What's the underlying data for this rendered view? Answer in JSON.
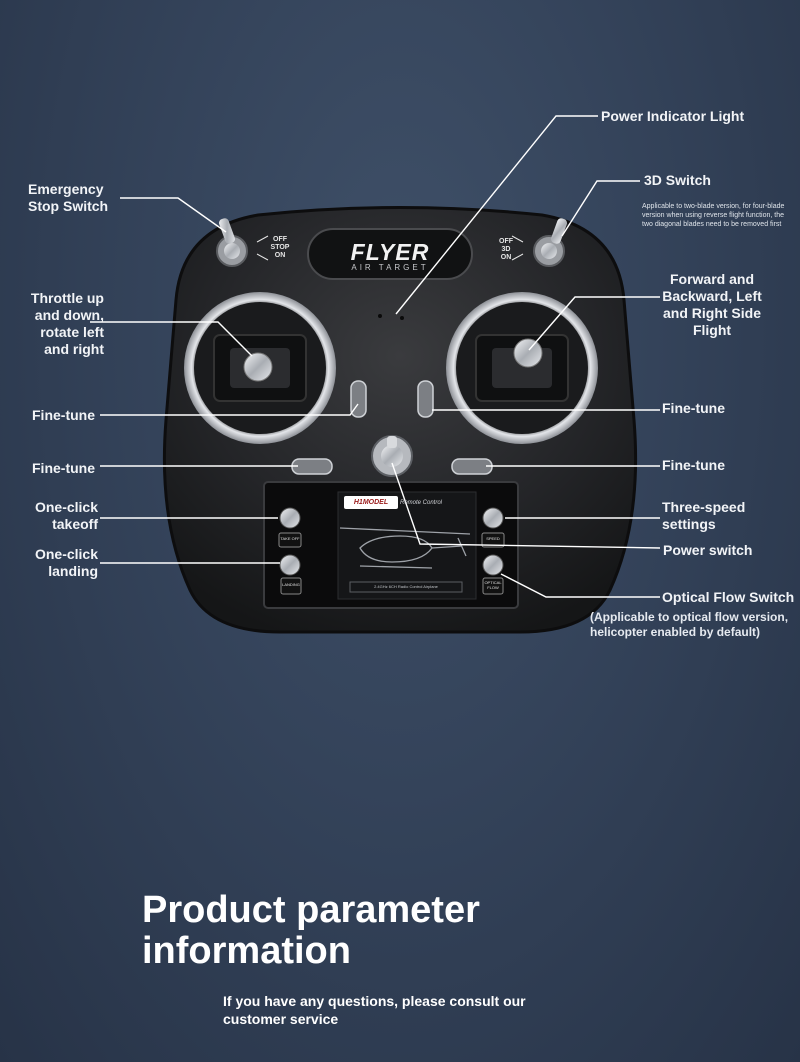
{
  "device": {
    "brand": "FLYER",
    "brand_sub": "AIR TARGET",
    "left_switch_text": "OFF\nSTOP\nON",
    "right_switch_text": "OFF\n3D\nON",
    "screen_logo": "H1MODEL",
    "screen_title": "Remote Control",
    "screen_caption": "2.4GHz 6CH Radio Control Airplane",
    "btn_takeoff": "TAKE OFF",
    "btn_landing": "LANDING",
    "btn_speed": "SPEED",
    "btn_optical": "OPTICAL FLOW"
  },
  "labels": {
    "power_indicator": "Power Indicator Light",
    "switch_3d": "3D Switch",
    "switch_3d_note": "Applicable to two-blade version, for four-blade version when using reverse flight function, the two diagonal blades need to be removed first",
    "emergency_stop": "Emergency\nStop Switch",
    "throttle": "Throttle up\nand down,\nrotate left\nand right",
    "forward_backward": "Forward and\nBackward, Left\nand Right Side\nFlight",
    "fine_tune_left_1": "Fine-tune",
    "fine_tune_left_2": "Fine-tune",
    "fine_tune_right_1": "Fine-tune",
    "fine_tune_right_2": "Fine-tune",
    "one_click_takeoff": "One-click\ntakeoff",
    "one_click_landing": "One-click\nlanding",
    "three_speed": "Three-speed\nsettings",
    "power_switch": "Power switch",
    "optical_flow": "Optical Flow Switch",
    "optical_flow_note": "(Applicable to optical flow version, helicopter enabled by default)"
  },
  "footer": {
    "title": "Product parameter information",
    "subtitle": "If you have any questions, please consult our customer service"
  },
  "colors": {
    "background": "#34435a",
    "controller_body": "#232426",
    "stick_ring": "#c9ccd0",
    "leader_line": "#ffffff"
  }
}
